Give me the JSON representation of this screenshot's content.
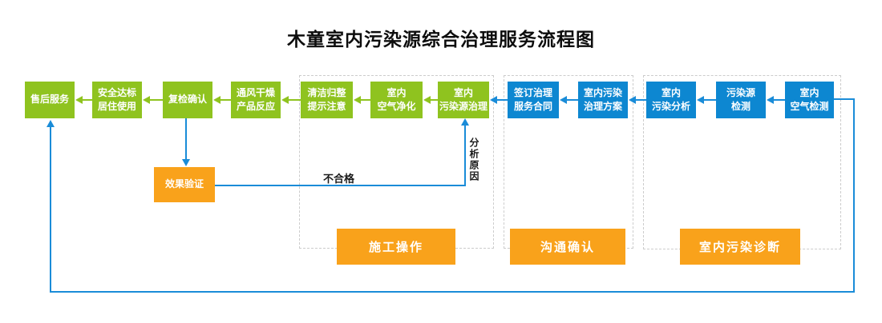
{
  "title": "木童室内污染源综合治理服务流程图",
  "flow_nodes": {
    "after_sales": {
      "label": "售后服务"
    },
    "safe_living": {
      "label": "安全达标\n居住使用"
    },
    "recheck": {
      "label": "复检确认"
    },
    "ventilation": {
      "label": "通风干燥\n产品反应"
    },
    "cleanup": {
      "label": "清洁归整\n提示注意"
    },
    "air_purify": {
      "label": "室内\n空气净化"
    },
    "source_treat": {
      "label": "室内\n污染源治理"
    },
    "contract": {
      "label": "签订治理\n服务合同"
    },
    "plan": {
      "label": "室内污染\n治理方案"
    },
    "analysis": {
      "label": "室内\n污染分析"
    },
    "source_test": {
      "label": "污染源\n检测"
    },
    "air_test": {
      "label": "室内\n空气检测"
    }
  },
  "verify_node": {
    "label": "效果验证"
  },
  "sections": {
    "construction": {
      "label": "施工操作"
    },
    "communication": {
      "label": "沟通确认"
    },
    "diagnosis": {
      "label": "室内污染诊断"
    }
  },
  "edge_labels": {
    "unqualified": "不合格",
    "analyze_reason": "分析原因"
  },
  "colors": {
    "node_green": "#8fc31f",
    "node_blue": "#0d87d1",
    "node_orange": "#f9a21b",
    "connector_blue": "#1a8cd8",
    "dashed_border": "#cccccc",
    "title_text": "#0d0d0d"
  }
}
